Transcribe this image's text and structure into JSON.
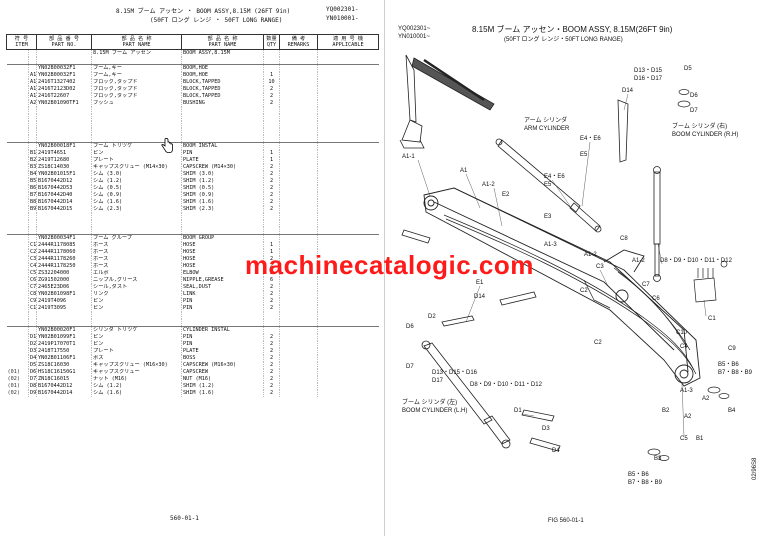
{
  "left_page": {
    "title_line1": "8.15M ブーム アッセン ・ BOOM ASSY,8.15M (26FT 9in)",
    "title_line2": "(50FT ロング レンジ ・ 50FT LONG RANGE)",
    "code_a": "YQ002301-",
    "code_b": "YN010001-",
    "headers": {
      "item_jp": "符 号",
      "item_en": "ITEM",
      "partno_jp": "部 品 番 号",
      "partno_en": "PART NO.",
      "jpname_jp": "部 品 名 称",
      "jpname_en": "PART NAME",
      "name_jp": "部 品 名 称",
      "name_en": "PART NAME",
      "qty_jp": "数量",
      "qty_en": "QTY",
      "remarks_jp": "備 考",
      "remarks_en": "REMARKS",
      "appl_jp": "適 用 号 機",
      "appl_en": "APPLICABLE"
    },
    "rows": [
      {
        "ref": "",
        "item": "",
        "part": "",
        "jp": "8.15M ブーム アッセン",
        "en": "BOOM ASSY,8.15M",
        "qty": "",
        "rem": "",
        "app": ""
      },
      {
        "ref": "",
        "item": "",
        "part": "",
        "jp": "",
        "en": "",
        "qty": "",
        "rem": "",
        "app": ""
      },
      {
        "ref": "",
        "item": "",
        "part": "YN02B00032F1",
        "jp": "ブーム,キー",
        "en": "BOOM,HOE",
        "qty": "",
        "rem": "",
        "app": "",
        "sec": true
      },
      {
        "ref": "",
        "item": "A1",
        "part": "YN02B00032F1",
        "jp": "ブーム,キー",
        "en": "BOOM,HOE",
        "qty": "1",
        "rem": "",
        "app": ""
      },
      {
        "ref": "",
        "item": "A1-1",
        "part": "2416T1327402",
        "jp": "ブロック,タップド",
        "en": "BLOCK,TAPPED",
        "qty": "10",
        "rem": "",
        "app": ""
      },
      {
        "ref": "",
        "item": "A1-2",
        "part": "2416T2123D02",
        "jp": "ブロック,タップド",
        "en": "BLOCK,TAPPED",
        "qty": "2",
        "rem": "",
        "app": ""
      },
      {
        "ref": "",
        "item": "A1-3",
        "part": "2416T22607",
        "jp": "ブロック,タップド",
        "en": "BLOCK,TAPPED",
        "qty": "2",
        "rem": "",
        "app": ""
      },
      {
        "ref": "",
        "item": "A2",
        "part": "YN02B01090TF1",
        "jp": "ブッシュ",
        "en": "BUSHING",
        "qty": "2",
        "rem": "",
        "app": ""
      },
      {
        "ref": "",
        "item": "",
        "part": "",
        "jp": "",
        "en": "",
        "qty": "",
        "rem": "",
        "app": ""
      },
      {
        "ref": "",
        "item": "",
        "part": "",
        "jp": "",
        "en": "",
        "qty": "",
        "rem": "",
        "app": ""
      },
      {
        "ref": "",
        "item": "",
        "part": "",
        "jp": "",
        "en": "",
        "qty": "",
        "rem": "",
        "app": ""
      },
      {
        "ref": "",
        "item": "",
        "part": "",
        "jp": "",
        "en": "",
        "qty": "",
        "rem": "",
        "app": ""
      },
      {
        "ref": "",
        "item": "",
        "part": "",
        "jp": "",
        "en": "",
        "qty": "",
        "rem": "",
        "app": ""
      },
      {
        "ref": "",
        "item": "",
        "part": "YN02B00018F1",
        "jp": "ブーム トリツケ",
        "en": "BOOM INSTAL",
        "qty": "",
        "rem": "",
        "app": "",
        "sec": true
      },
      {
        "ref": "",
        "item": "B1",
        "part": "2419T4651",
        "jp": "ピン",
        "en": "PIN",
        "qty": "1",
        "rem": "",
        "app": ""
      },
      {
        "ref": "",
        "item": "B2",
        "part": "2419T12680",
        "jp": "プレート",
        "en": "PLATE",
        "qty": "1",
        "rem": "",
        "app": ""
      },
      {
        "ref": "",
        "item": "B3",
        "part": "ZS18C14030",
        "jp": "キャップスクリュー (M14×30)",
        "en": "CAPSCREW (M14×30)",
        "qty": "2",
        "rem": "",
        "app": ""
      },
      {
        "ref": "",
        "item": "B4",
        "part": "YN02B01015F1",
        "jp": "シム (3.0)",
        "en": "SHIM (3.0)",
        "qty": "2",
        "rem": "",
        "app": ""
      },
      {
        "ref": "",
        "item": "B5",
        "part": "B1670442D12",
        "jp": "シム (1.2)",
        "en": "SHIM (1.2)",
        "qty": "2",
        "rem": "",
        "app": ""
      },
      {
        "ref": "",
        "item": "B6",
        "part": "B1670442D53",
        "jp": "シム (0.5)",
        "en": "SHIM (0.5)",
        "qty": "2",
        "rem": "",
        "app": ""
      },
      {
        "ref": "",
        "item": "B7",
        "part": "B1670442D40",
        "jp": "シム (0.9)",
        "en": "SHIM (0.9)",
        "qty": "2",
        "rem": "",
        "app": ""
      },
      {
        "ref": "",
        "item": "B8",
        "part": "B1670442D14",
        "jp": "シム (1.6)",
        "en": "SHIM (1.6)",
        "qty": "2",
        "rem": "",
        "app": ""
      },
      {
        "ref": "",
        "item": "B9",
        "part": "B1670442D15",
        "jp": "シム (2.3)",
        "en": "SHIM (2.3)",
        "qty": "2",
        "rem": "",
        "app": ""
      },
      {
        "ref": "",
        "item": "",
        "part": "",
        "jp": "",
        "en": "",
        "qty": "",
        "rem": "",
        "app": ""
      },
      {
        "ref": "",
        "item": "",
        "part": "",
        "jp": "",
        "en": "",
        "qty": "",
        "rem": "",
        "app": ""
      },
      {
        "ref": "",
        "item": "",
        "part": "",
        "jp": "",
        "en": "",
        "qty": "",
        "rem": "",
        "app": ""
      },
      {
        "ref": "",
        "item": "",
        "part": "YN02B00034F1",
        "jp": "ブーム グループ",
        "en": "BOOM GROUP",
        "qty": "",
        "rem": "",
        "app": "",
        "sec": true
      },
      {
        "ref": "",
        "item": "C1",
        "part": "2444R1178085",
        "jp": "ホース",
        "en": "HOSE",
        "qty": "1",
        "rem": "",
        "app": ""
      },
      {
        "ref": "",
        "item": "C2",
        "part": "2444R1178060",
        "jp": "ホース",
        "en": "HOSE",
        "qty": "1",
        "rem": "",
        "app": ""
      },
      {
        "ref": "",
        "item": "C3",
        "part": "2444R1178260",
        "jp": "ホース",
        "en": "HOSE",
        "qty": "2",
        "rem": "",
        "app": ""
      },
      {
        "ref": "",
        "item": "C4",
        "part": "2444R1178250",
        "jp": "ホース",
        "en": "HOSE",
        "qty": "2",
        "rem": "",
        "app": ""
      },
      {
        "ref": "",
        "item": "C5",
        "part": "ZS32204000",
        "jp": "エルボ",
        "en": "ELBOW",
        "qty": "2",
        "rem": "",
        "app": ""
      },
      {
        "ref": "",
        "item": "C6",
        "part": "ZG91502000",
        "jp": "ニップル,グリース",
        "en": "NIPPLE,GREASE",
        "qty": "6",
        "rem": "",
        "app": ""
      },
      {
        "ref": "",
        "item": "C7",
        "part": "2465E23D06",
        "jp": "シール,ダスト",
        "en": "SEAL,DUST",
        "qty": "2",
        "rem": "",
        "app": ""
      },
      {
        "ref": "",
        "item": "C8",
        "part": "YN02B01098F1",
        "jp": "リンク",
        "en": "LINK",
        "qty": "2",
        "rem": "",
        "app": ""
      },
      {
        "ref": "",
        "item": "C9",
        "part": "2419T4096",
        "jp": "ピン",
        "en": "PIN",
        "qty": "2",
        "rem": "",
        "app": ""
      },
      {
        "ref": "",
        "item": "C10",
        "part": "2419T3095",
        "jp": "ピン",
        "en": "PIN",
        "qty": "2",
        "rem": "",
        "app": ""
      },
      {
        "ref": "",
        "item": "",
        "part": "",
        "jp": "",
        "en": "",
        "qty": "",
        "rem": "",
        "app": ""
      },
      {
        "ref": "",
        "item": "",
        "part": "",
        "jp": "",
        "en": "",
        "qty": "",
        "rem": "",
        "app": ""
      },
      {
        "ref": "",
        "item": "",
        "part": "YN02B00020F1",
        "jp": "シリンダ トリツケ",
        "en": "CYLINDER INSTAL",
        "qty": "",
        "rem": "",
        "app": "",
        "sec": true
      },
      {
        "ref": "",
        "item": "D1",
        "part": "YN02B01099F1",
        "jp": "ピン",
        "en": "PIN",
        "qty": "2",
        "rem": "",
        "app": ""
      },
      {
        "ref": "",
        "item": "D2",
        "part": "2419P17070T1",
        "jp": "ピン",
        "en": "PIN",
        "qty": "2",
        "rem": "",
        "app": ""
      },
      {
        "ref": "",
        "item": "D3",
        "part": "2418T17550",
        "jp": "プレート",
        "en": "PLATE",
        "qty": "2",
        "rem": "",
        "app": ""
      },
      {
        "ref": "",
        "item": "D4",
        "part": "YN02B01106F1",
        "jp": "ボス",
        "en": "BOSS",
        "qty": "2",
        "rem": "",
        "app": ""
      },
      {
        "ref": "",
        "item": "D5",
        "part": "ZS18C16030",
        "jp": "キャップスクリュー (M16×30)",
        "en": "CAPSCREW (M16×30)",
        "qty": "2",
        "rem": "",
        "app": ""
      },
      {
        "ref": "(01)",
        "item": "D6",
        "part": "HS18C16150G1",
        "jp": "キャップスクリュー",
        "en": "CAPSCREW",
        "qty": "2",
        "rem": "",
        "app": ""
      },
      {
        "ref": "(02)",
        "item": "D7",
        "part": "ZN18C16015",
        "jp": "ナット (M16)",
        "en": "NUT (M16)",
        "qty": "2",
        "rem": "",
        "app": ""
      },
      {
        "ref": "(01)",
        "item": "D8",
        "part": "B1670442D12",
        "jp": "シム (1.2)",
        "en": "SHIM (1.2)",
        "qty": "2",
        "rem": "",
        "app": ""
      },
      {
        "ref": "(02)",
        "item": "D9",
        "part": "B1670442D14",
        "jp": "シム (1.6)",
        "en": "SHIM (1.6)",
        "qty": "2",
        "rem": "",
        "app": ""
      }
    ],
    "page_number": "560-01-1"
  },
  "watermark": "machinecatalogic.com",
  "right_page": {
    "code_a": "YQ002301~",
    "code_b": "YN010001~",
    "title_line1": "8.15M ブーム アッセン・BOOM ASSY, 8.15M(26FT 9in)",
    "title_line2": "(50FT ロング レンジ・50FT LONG RANGE)",
    "arm_cyl_jp": "アーム シリンダ",
    "arm_cyl_en": "ARM CYLINDER",
    "boom_cyl_r_jp": "ブーム シリンダ (右)",
    "boom_cyl_r_en": "BOOM CYLINDER (R.H)",
    "boom_cyl_l_jp": "ブーム シリンダ (左)",
    "boom_cyl_l_en": "BOOM CYLINDER (L.H)",
    "callouts": {
      "d13_d15": "D13・D15",
      "d16_d17": "D16・D17",
      "d5": "D5",
      "d14": "D14",
      "d6": "D6",
      "d7": "D7",
      "e4_e6a": "E4・E6",
      "e5a": "E5",
      "e4_e6b": "E4・E6",
      "e5b": "E5",
      "e2": "E2",
      "e1": "E1",
      "e3": "E3",
      "a1_1a": "A1-1",
      "a1": "A1",
      "a1_2a": "A1-2",
      "a1_2b": "A1-2",
      "a1_2c": "A1-2",
      "a1_3a": "A1-3",
      "a1_3b": "A1-3",
      "c3": "C3",
      "c1": "C1",
      "c2a": "C2",
      "c2b": "C2",
      "c4": "C4",
      "c5": "C5",
      "c6": "C6",
      "c7": "C7",
      "c8": "C8",
      "c9": "C9",
      "c10": "C10",
      "a2a": "A2",
      "a2b": "A2",
      "b4": "B4",
      "b5_b6a": "B5・B6",
      "b7_b9a": "B7・B8・B9",
      "b5_b6b": "B5・B6",
      "b7_b9b": "B7・B8・B9",
      "b2": "B2",
      "b3": "B3",
      "b1": "B1",
      "d14b": "D14",
      "d6b": "D6",
      "d7b": "D7",
      "d2": "D2",
      "d1": "D1",
      "d3": "D3",
      "d4": "D4",
      "d8_d12a": "D8・D9・D10・D11・D12",
      "d8_d12b": "D8・D9・D10・D11・D12",
      "d13_d17b": "D13・D15・D16",
      "d17": "D17"
    },
    "fig_label": "FIG 560-01-1",
    "side_code": "02/96S8"
  }
}
